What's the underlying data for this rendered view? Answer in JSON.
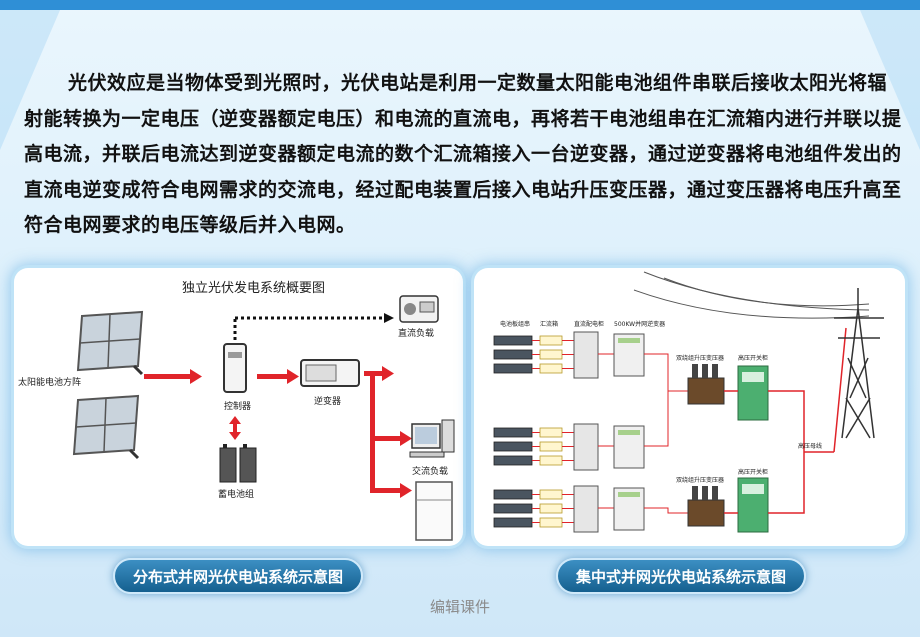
{
  "paragraph": "光伏效应是当物体受到光照时，光伏电站是利用一定数量太阳能电池组件串联后接收太阳光将辐射能转换为一定电压（逆变器额定电压）和电流的直流电，再将若干电池组串在汇流箱内进行并联以提高电流，并联后电流达到逆变器额定电流的数个汇流箱接入一台逆变器，通过逆变器将电池组件发出的直流电逆变成符合电网需求的交流电，经过配电装置后接入电站升压变压器，通过变压器将电压升高至符合电网要求的电压等级后并入电网。",
  "left_diagram": {
    "title": "独立光伏发电系统概要图",
    "solar_array_label": "太阳能电池方阵",
    "controller_label": "控制器",
    "inverter_label": "逆变器",
    "battery_label": "蓄电池组",
    "dc_load_label": "直流负载",
    "ac_load_label": "交流负载"
  },
  "right_diagram": {
    "row_labels": [
      "电池板组串",
      "汇流箱",
      "直流配电柜",
      "500KW并网逆变器"
    ],
    "transformer_label_top": "双绕组升压变压器",
    "transformer_label_bottom": "双绕组升压变压器",
    "switchgear_label": "高压开关柜",
    "busbar_label": "高压母线",
    "combiner_box_label": "汇流箱"
  },
  "captions": {
    "left": "分布式并网光伏电站系统示意图",
    "right": "集中式并网光伏电站系统示意图"
  },
  "footer": "编辑课件",
  "colors": {
    "accent": "#2f8fd6",
    "arrow": "#e0242a",
    "pill": "#1f6fa3"
  }
}
